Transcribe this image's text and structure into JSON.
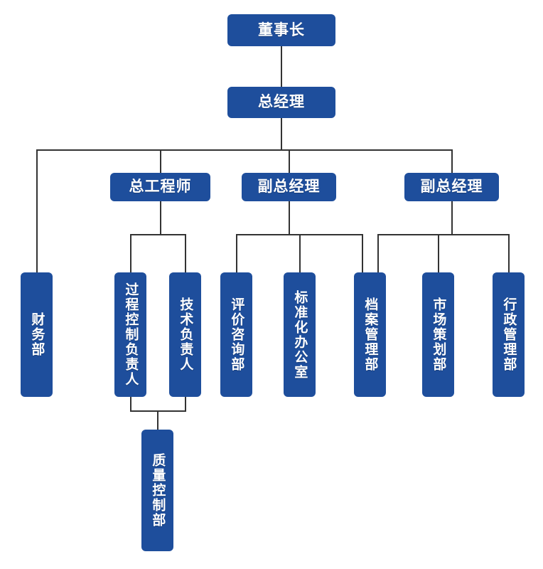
{
  "chart_data": {
    "type": "diagram",
    "diagram_type": "organizational-chart",
    "orientation": "top-down",
    "title": "",
    "colors": {
      "node_fill": "#1e4e9c",
      "node_text": "#ffffff",
      "connector": "#333333",
      "background": "#ffffff"
    },
    "nodes": [
      {
        "id": "chairman",
        "label": "董事长",
        "level": 0,
        "text_orientation": "horizontal"
      },
      {
        "id": "general-manager",
        "label": "总经理",
        "level": 1,
        "text_orientation": "horizontal"
      },
      {
        "id": "chief-engineer",
        "label": "总工程师",
        "level": 2,
        "text_orientation": "horizontal"
      },
      {
        "id": "deputy-gm-1",
        "label": "副总经理",
        "level": 2,
        "text_orientation": "horizontal"
      },
      {
        "id": "deputy-gm-2",
        "label": "副总经理",
        "level": 2,
        "text_orientation": "horizontal"
      },
      {
        "id": "finance-dept",
        "label": "财务部",
        "level": 3,
        "text_orientation": "vertical"
      },
      {
        "id": "process-control",
        "label": "过程控制负责人",
        "level": 3,
        "text_orientation": "vertical"
      },
      {
        "id": "technical-lead",
        "label": "技术负责人",
        "level": 3,
        "text_orientation": "vertical"
      },
      {
        "id": "evaluation-dept",
        "label": "评价咨询部",
        "level": 3,
        "text_orientation": "vertical"
      },
      {
        "id": "standardization",
        "label": "标准化办公室",
        "level": 3,
        "text_orientation": "vertical"
      },
      {
        "id": "archives-dept",
        "label": "档案管理部",
        "level": 3,
        "text_orientation": "vertical"
      },
      {
        "id": "marketing-dept",
        "label": "市场策划部",
        "level": 3,
        "text_orientation": "vertical"
      },
      {
        "id": "admin-dept",
        "label": "行政管理部",
        "level": 3,
        "text_orientation": "vertical"
      },
      {
        "id": "quality-control",
        "label": "质量控制部",
        "level": 4,
        "text_orientation": "vertical"
      }
    ],
    "edges": [
      {
        "from": "chairman",
        "to": "general-manager"
      },
      {
        "from": "general-manager",
        "to": "finance-dept"
      },
      {
        "from": "general-manager",
        "to": "chief-engineer"
      },
      {
        "from": "general-manager",
        "to": "deputy-gm-1"
      },
      {
        "from": "general-manager",
        "to": "deputy-gm-2"
      },
      {
        "from": "chief-engineer",
        "to": "process-control"
      },
      {
        "from": "chief-engineer",
        "to": "technical-lead"
      },
      {
        "from": "deputy-gm-1",
        "to": "evaluation-dept"
      },
      {
        "from": "deputy-gm-1",
        "to": "standardization"
      },
      {
        "from": "deputy-gm-1",
        "to": "archives-dept"
      },
      {
        "from": "deputy-gm-2",
        "to": "archives-dept"
      },
      {
        "from": "deputy-gm-2",
        "to": "marketing-dept"
      },
      {
        "from": "deputy-gm-2",
        "to": "admin-dept"
      },
      {
        "from": "process-control",
        "to": "quality-control"
      },
      {
        "from": "technical-lead",
        "to": "quality-control"
      }
    ]
  },
  "org": {
    "chairman": "董事长",
    "general_manager": "总经理",
    "chief_engineer": "总工程师",
    "deputy_gm_1": "副总经理",
    "deputy_gm_2": "副总经理",
    "finance_dept": "财务部",
    "process_control": "过程控制负责人",
    "technical_lead": "技术负责人",
    "evaluation_dept": "评价咨询部",
    "standardization_office": "标准化办公室",
    "archives_dept": "档案管理部",
    "marketing_dept": "市场策划部",
    "admin_dept": "行政管理部",
    "quality_control_dept": "质量控制部"
  }
}
